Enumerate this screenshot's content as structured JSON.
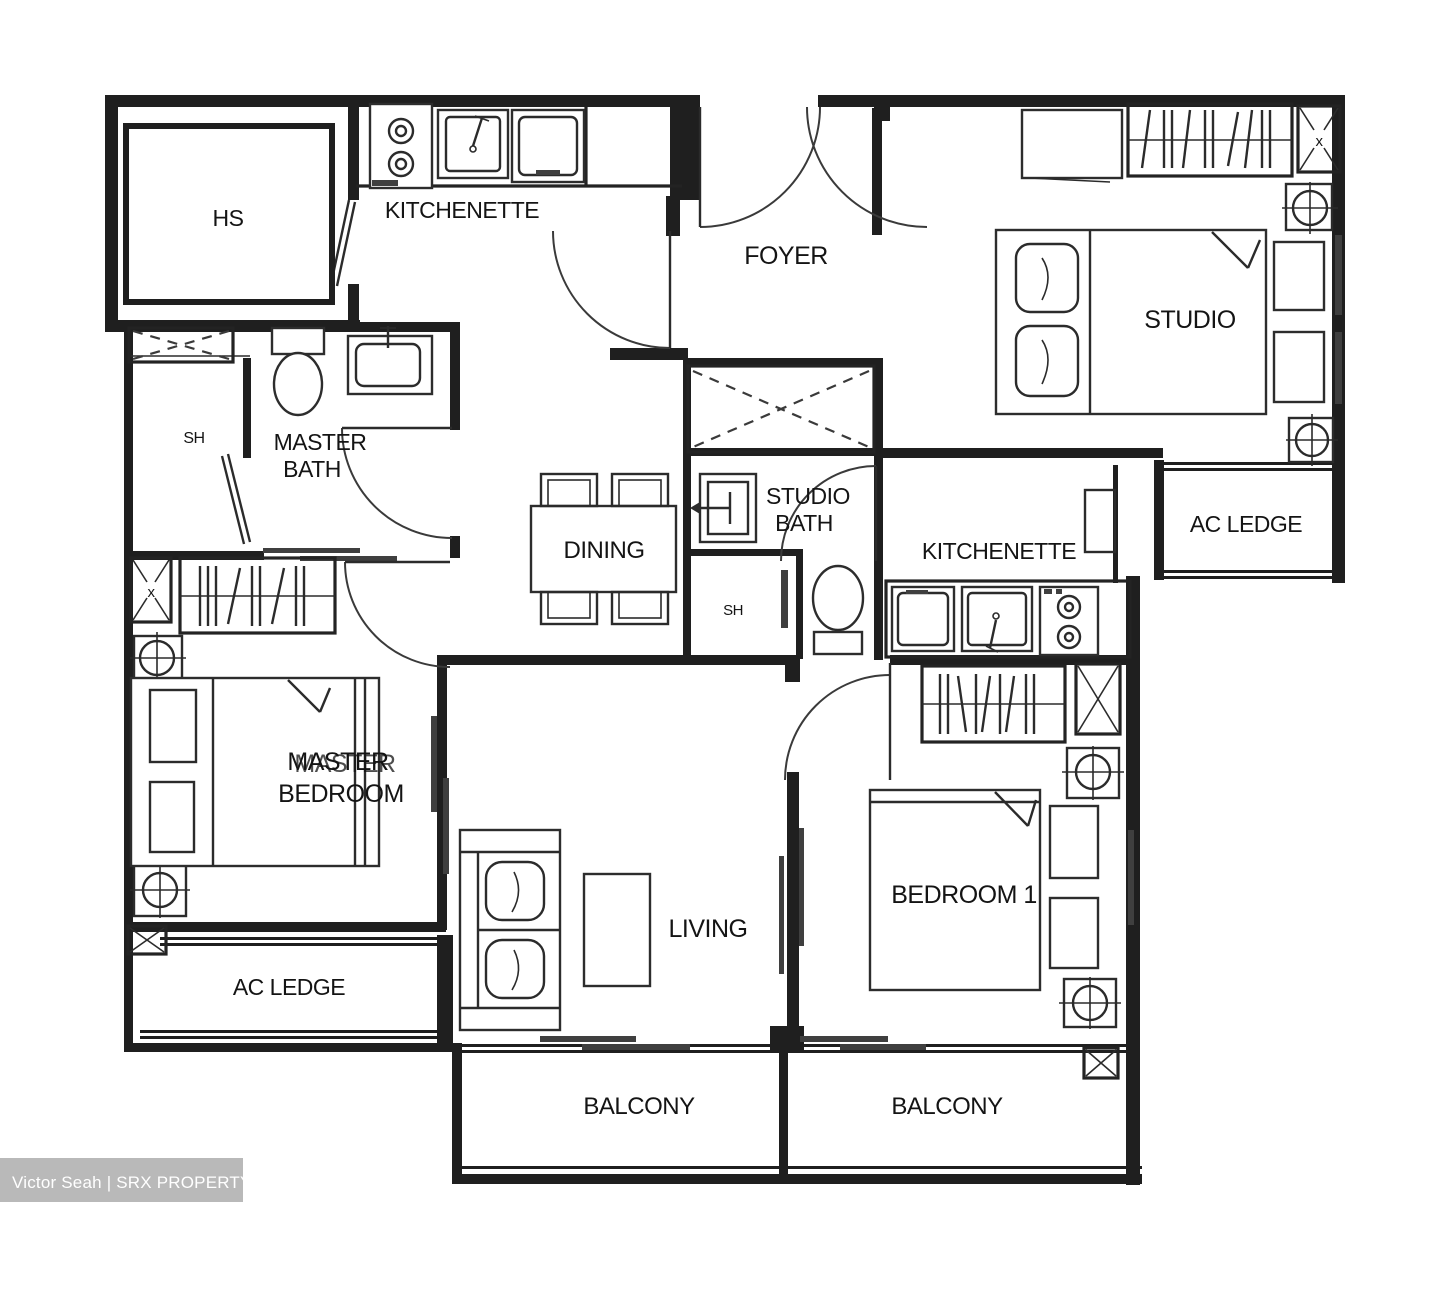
{
  "plan": {
    "labels": {
      "hs": "HS",
      "kitchenette_top": "KITCHENETTE",
      "foyer": "FOYER",
      "studio": "STUDIO",
      "master_bath_1": "MASTER",
      "master_bath_2": "BATH",
      "sh_master": "SH",
      "dining": "DINING",
      "studio_bath_1": "STUDIO",
      "studio_bath_2": "BATH",
      "sh_studio": "SH",
      "kitchenette_studio": "KITCHENETTE",
      "ac_ledge_right": "AC LEDGE",
      "master_bedroom_1": "MASTER",
      "master_bedroom_2": "BEDROOM",
      "living": "LIVING",
      "bedroom_1": "BEDROOM 1",
      "ac_ledge_bottom": "AC LEDGE",
      "balcony_left": "BALCONY",
      "balcony_right": "BALCONY"
    },
    "symbols": {
      "x_mark": "x"
    },
    "watermark": {
      "text": "Victor Seah | SRX PROPERTY",
      "bg": "#b9b9b9",
      "fg": "#ffffff"
    },
    "colors": {
      "line": "#1f1f1f",
      "background": "#ffffff",
      "slider": "#3f3f3f"
    }
  }
}
